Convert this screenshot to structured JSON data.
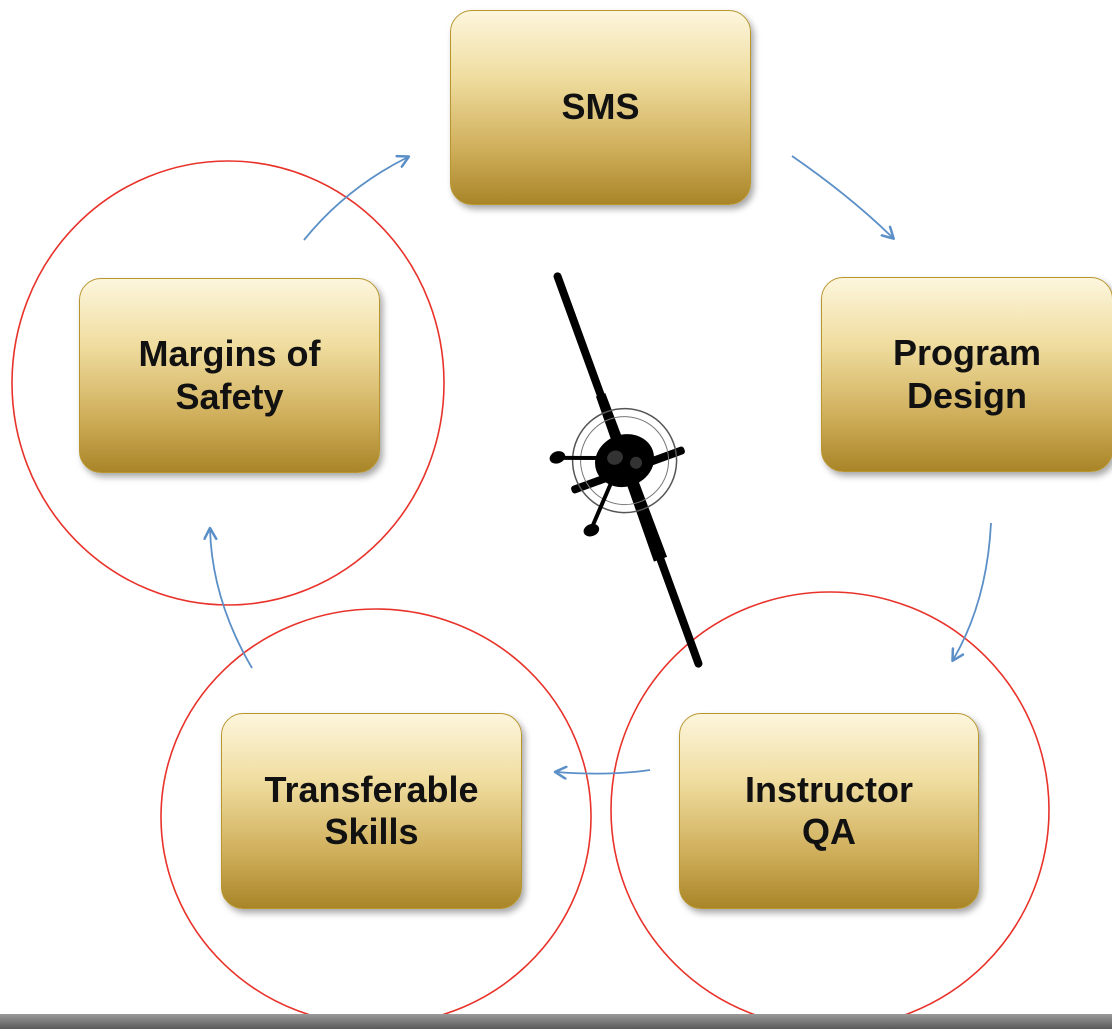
{
  "diagram": {
    "nodes": {
      "sms": "SMS",
      "program_design": "Program\nDesign",
      "instructor_qa": "Instructor\nQA",
      "transferable_skills": "Transferable\nSkills",
      "margins_of_safety": "Margins of\nSafety"
    },
    "cycle_order": [
      "SMS",
      "Program Design",
      "Instructor QA",
      "Transferable Skills",
      "Margins of Safety"
    ],
    "highlighted_nodes": [
      "Margins of Safety",
      "Transferable Skills",
      "Instructor QA"
    ],
    "center_image": "airplane-silhouette-top-view"
  },
  "colors": {
    "node_gradient_top": "#fdf6dd",
    "node_gradient_bottom": "#a98528",
    "node_border": "#b8962e",
    "arrow": "#5b8fc7",
    "highlight_circle": "#e8322a",
    "airplane": "#000000"
  }
}
